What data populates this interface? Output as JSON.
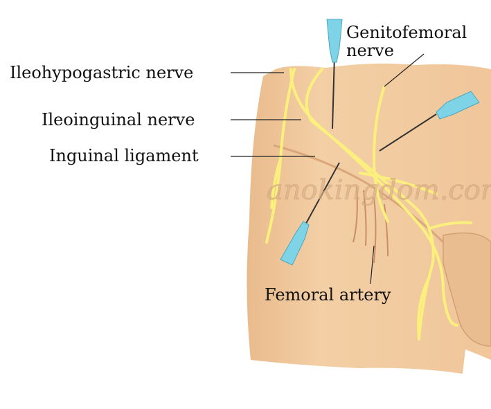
{
  "labels": {
    "genitofemoral_1": "Genitofemoral",
    "genitofemoral_2": "nerve",
    "ileohypogastric": "Ileohypogastric nerve",
    "ileoinguinal": "Ileoinguinal nerve",
    "inguinal_ligament": "Inguinal ligament",
    "femoral_artery": "Femoral artery"
  },
  "watermark": "anokingdom.com",
  "colors": {
    "skin": "#f0c89c",
    "nerve": "#fbef7e",
    "needle_hub": "#7fd3e6",
    "skin_shadow": "#d9a77a"
  }
}
